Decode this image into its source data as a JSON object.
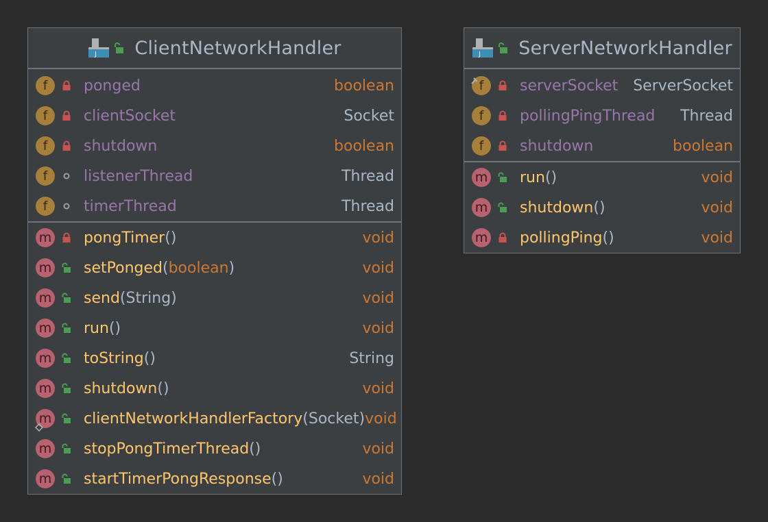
{
  "colors": {
    "background": "#2b2b2b",
    "box": "#3c3f41",
    "border": "#6f737a",
    "field_badge": "#a67f3b",
    "method_badge": "#b8616f",
    "field_name": "#9876aa",
    "method_name": "#ffc66d",
    "keyword_type": "#cc7832",
    "ref_type": "#a9b7c6",
    "private_lock": "#c75450",
    "public_lock": "#499c54"
  },
  "client": {
    "title": "ClientNetworkHandler",
    "fields": [
      {
        "badge": "f",
        "name": "ponged",
        "type": "boolean",
        "visibility": "private"
      },
      {
        "badge": "f",
        "name": "clientSocket",
        "type": "Socket",
        "visibility": "private"
      },
      {
        "badge": "f",
        "name": "shutdown",
        "type": "boolean",
        "visibility": "private"
      },
      {
        "badge": "f",
        "name": "listenerThread",
        "type": "Thread",
        "visibility": "package"
      },
      {
        "badge": "f",
        "name": "timerThread",
        "type": "Thread",
        "visibility": "package"
      }
    ],
    "methods": [
      {
        "badge": "m",
        "name": "pongTimer",
        "open": "(",
        "param": "",
        "close": ")",
        "type": "void",
        "visibility": "private"
      },
      {
        "badge": "m",
        "name": "setPonged",
        "open": "(",
        "param": "boolean",
        "close": ")",
        "type": "void",
        "visibility": "public"
      },
      {
        "badge": "m",
        "name": "send",
        "open": "(",
        "param": "String",
        "close": ")",
        "type": "void",
        "visibility": "public"
      },
      {
        "badge": "m",
        "name": "run",
        "open": "(",
        "param": "",
        "close": ")",
        "type": "void",
        "visibility": "public"
      },
      {
        "badge": "m",
        "name": "toString",
        "open": "(",
        "param": "",
        "close": ")",
        "type": "String",
        "visibility": "public"
      },
      {
        "badge": "m",
        "name": "shutdown",
        "open": "(",
        "param": "",
        "close": ")",
        "type": "void",
        "visibility": "public"
      },
      {
        "badge": "m",
        "name": "clientNetworkHandlerFactory",
        "open": "(",
        "param": "Socket",
        "close": ")",
        "type": "void",
        "visibility": "public"
      },
      {
        "badge": "m",
        "name": "stopPongTimerThread",
        "open": "(",
        "param": "",
        "close": ")",
        "type": "void",
        "visibility": "public"
      },
      {
        "badge": "m",
        "name": "startTimerPongResponse",
        "open": "(",
        "param": "",
        "close": ")",
        "type": "void",
        "visibility": "public"
      }
    ]
  },
  "server": {
    "title": "ServerNetworkHandler",
    "fields": [
      {
        "badge": "f",
        "name": "serverSocket",
        "type": "ServerSocket",
        "visibility": "private"
      },
      {
        "badge": "f",
        "name": "pollingPingThread",
        "type": "Thread",
        "visibility": "private"
      },
      {
        "badge": "f",
        "name": "shutdown",
        "type": "boolean",
        "visibility": "private"
      }
    ],
    "methods": [
      {
        "badge": "m",
        "name": "run",
        "open": "(",
        "param": "",
        "close": ")",
        "type": "void",
        "visibility": "public"
      },
      {
        "badge": "m",
        "name": "shutdown",
        "open": "(",
        "param": "",
        "close": ")",
        "type": "void",
        "visibility": "public"
      },
      {
        "badge": "m",
        "name": "pollingPing",
        "open": "(",
        "param": "",
        "close": ")",
        "type": "void",
        "visibility": "private"
      }
    ]
  }
}
